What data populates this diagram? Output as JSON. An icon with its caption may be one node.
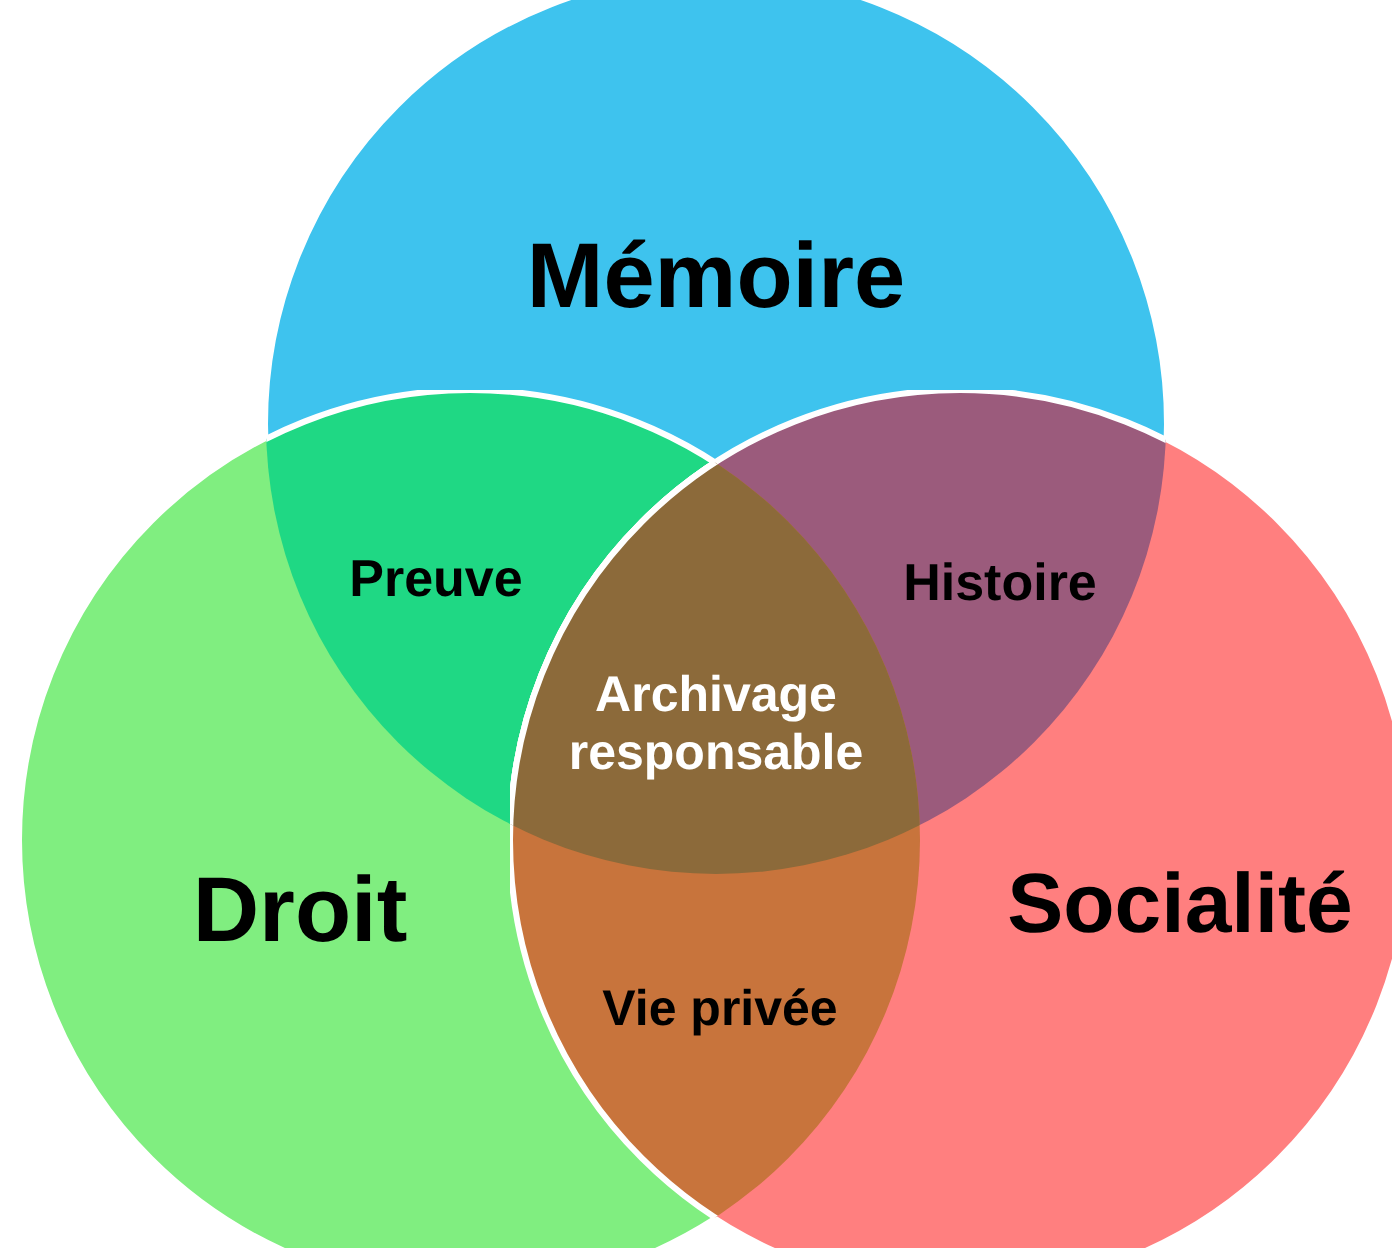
{
  "diagram": {
    "nodes": [
      {
        "text": [
          "Mémoire"
        ]
      },
      {
        "text": [
          "Droit"
        ]
      },
      {
        "text": [
          "Socialité"
        ]
      },
      {
        "text": [
          "Preuve"
        ]
      },
      {
        "text": [
          "Histoire"
        ]
      },
      {
        "text": [
          "Archivage responsable"
        ]
      },
      {
        "text": [
          "Vie privée"
        ]
      }
    ],
    "edges": []
  }
}
